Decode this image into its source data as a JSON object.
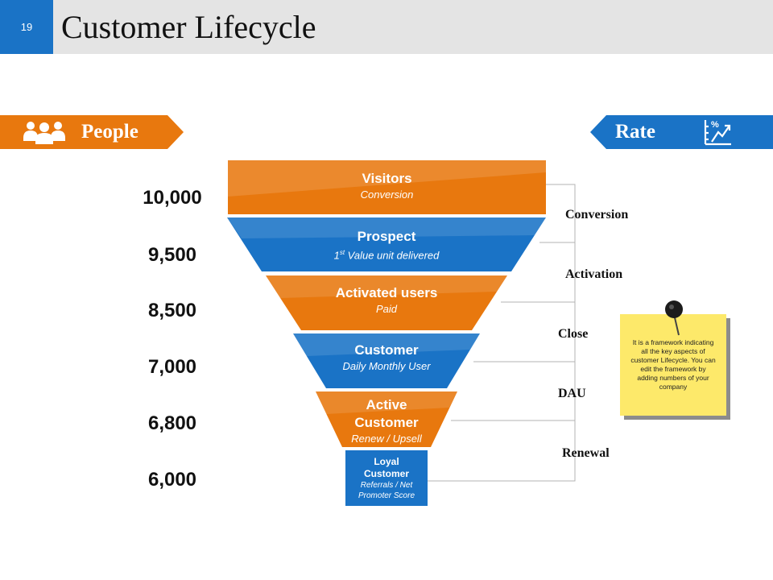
{
  "slide": {
    "number": "19",
    "title": "Customer Lifecycle"
  },
  "banners": {
    "people": {
      "label": "People",
      "icon": "people-icon",
      "color": "#e8780e"
    },
    "rate": {
      "label": "Rate",
      "icon": "percentage-chart-icon",
      "color": "#1a73c6"
    }
  },
  "funnel": {
    "stages": [
      {
        "title": "Visitors",
        "subtitle": "Conversion",
        "people": "10,000",
        "color": "#e8780e"
      },
      {
        "title": "Prospect",
        "subtitle_prefix": "1",
        "subtitle_sup": "st",
        "subtitle_rest": " Value unit delivered",
        "people": "9,500",
        "color": "#1a73c6"
      },
      {
        "title": "Activated users",
        "subtitle": "Paid",
        "people": "8,500",
        "color": "#e8780e"
      },
      {
        "title": "Customer",
        "subtitle": "Daily Monthly User",
        "people": "7,000",
        "color": "#1a73c6"
      },
      {
        "title": "Active Customer",
        "subtitle": "Renew / Upsell",
        "people": "6,800",
        "color": "#e8780e"
      },
      {
        "title": "Loyal Customer",
        "subtitle": "Referrals / Net Promoter Score",
        "people": "6,000",
        "color": "#1a73c6"
      }
    ],
    "rates": [
      "Conversion",
      "Activation",
      "Close",
      "DAU",
      "Renewal"
    ]
  },
  "note": {
    "text": "It is a framework indicating all the key aspects of customer Lifecycle. You can edit the framework by adding numbers of your company",
    "color": "#fde96a"
  }
}
